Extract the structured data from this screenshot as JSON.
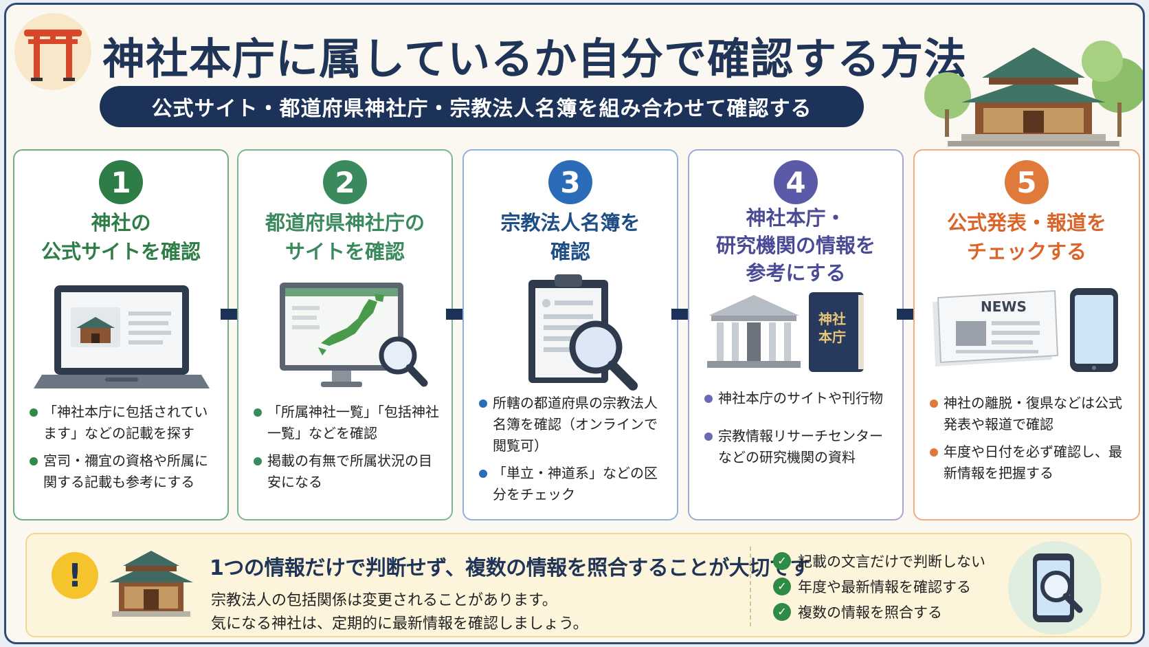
{
  "header": {
    "title": "神社本庁に属しているか自分で確認する方法",
    "subtitle": "公式サイト・都道府県神社庁・宗教法人名簿を組み合わせて確認する"
  },
  "colors": {
    "navy": "#1f3457",
    "step1": "#2e7d47",
    "step2": "#3a8a5e",
    "step3": "#2a6cb8",
    "step4": "#5a5aa8",
    "step5": "#e07a3a",
    "warning": "#f5c32c",
    "check": "#2e8b46"
  },
  "steps": [
    {
      "number": "1",
      "title_lines": [
        "神社の",
        "公式サイトを確認"
      ],
      "icon": "laptop-shrine-icon",
      "bullets": [
        "「神社本庁に包括されています」などの記載を探す",
        "宮司・禰宜の資格や所属に関する記載も参考にする"
      ]
    },
    {
      "number": "2",
      "title_lines": [
        "都道府県神社庁の",
        "サイトを確認"
      ],
      "icon": "monitor-japan-map-icon",
      "bullets": [
        "「所属神社一覧」「包括神社一覧」などを確認",
        "掲載の有無で所属状況の目安になる"
      ]
    },
    {
      "number": "3",
      "title_lines": [
        "宗教法人名簿を",
        "確認"
      ],
      "icon": "clipboard-magnifier-icon",
      "bullets": [
        "所轄の都道府県の宗教法人名簿を確認（オンラインで閲覧可）",
        "「単立・神道系」などの区分をチェック"
      ]
    },
    {
      "number": "4",
      "title_lines": [
        "神社本庁・",
        "研究機関の情報を",
        "参考にする"
      ],
      "icon": "institution-book-icon",
      "book_label": "神社本庁",
      "bullets": [
        "神社本庁のサイトや刊行物",
        "宗教情報リサーチセンターなどの研究機関の資料"
      ]
    },
    {
      "number": "5",
      "title_lines": [
        "公式発表・報道を",
        "チェックする"
      ],
      "icon": "newspaper-phone-icon",
      "news_label": "NEWS",
      "bullets": [
        "神社の離脱・復県などは公式発表や報道で確認",
        "年度や日付を必ず確認し、最新情報を把握する"
      ]
    }
  ],
  "bottom": {
    "headline": "1つの情報だけで判断せず、複数の情報を照合することが大切です",
    "text_lines": [
      "宗教法人の包括関係は変更されることがあります。",
      "気になる神社は、定期的に最新情報を確認しましょう。"
    ],
    "checks": [
      "記載の文言だけで判断しない",
      "年度や最新情報を確認する",
      "複数の情報を照合する"
    ],
    "warning_symbol": "!"
  }
}
